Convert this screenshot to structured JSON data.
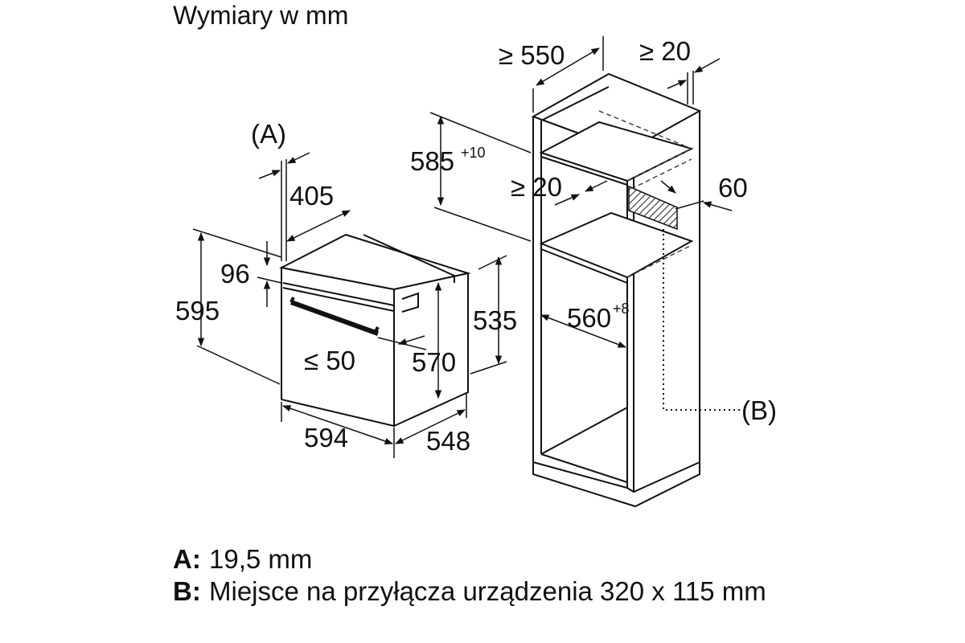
{
  "title": "Wymiary w mm",
  "labels": {
    "a_marker": "(A)",
    "b_marker": "(B)",
    "d405": "405",
    "d96": "96",
    "d595": "595",
    "le50": "≤ 50",
    "d570": "570",
    "d535": "535",
    "d594": "594",
    "d548": "548",
    "ge550": "≥ 550",
    "ge20_top": "≥ 20",
    "d585": "585",
    "d585_tol": "+10",
    "ge20_mid": "≥ 20",
    "d60": "60",
    "d560": "560",
    "d560_tol": "+8"
  },
  "legend": [
    {
      "key": "A:",
      "text": "19,5 mm"
    },
    {
      "key": "B:",
      "text": "Miejsce na przyłącza urządzenia 320 x 115 mm"
    }
  ]
}
